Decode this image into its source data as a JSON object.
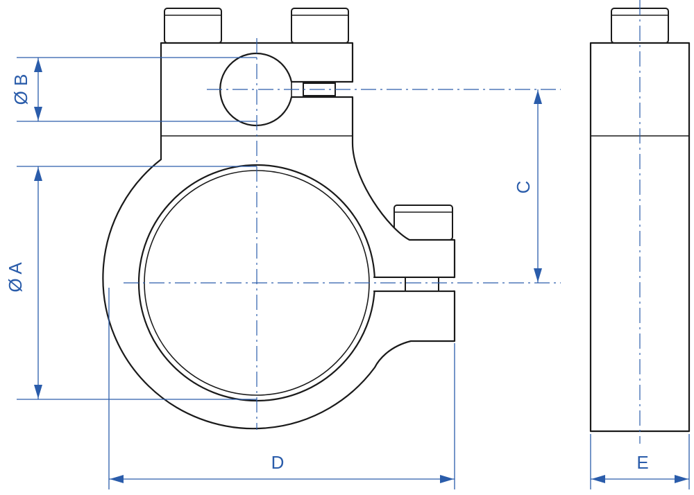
{
  "labels": {
    "dia_a": "Ø A",
    "dia_b": "Ø B",
    "c": "C",
    "d": "D",
    "e": "E"
  },
  "colors": {
    "dimension": "#2a5caa",
    "outline": "#1a1a1a",
    "background": "#ffffff"
  }
}
